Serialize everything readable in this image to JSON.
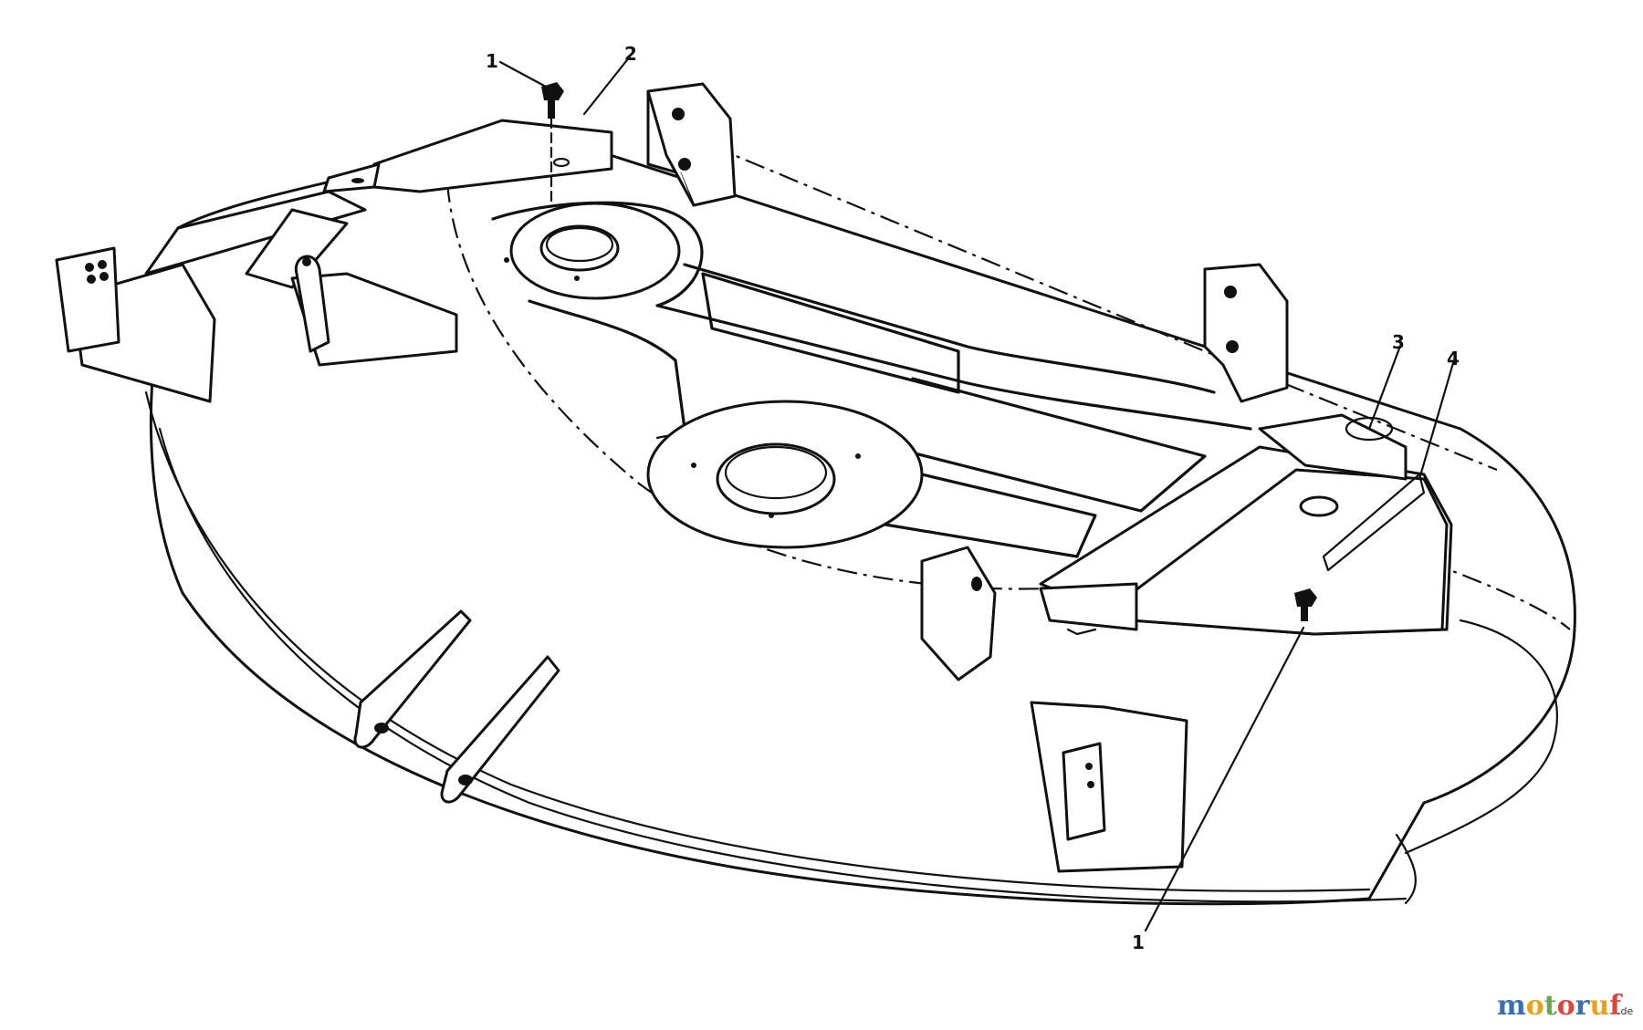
{
  "diagram": {
    "part_callouts": [
      {
        "label": "1"
      },
      {
        "label": "2"
      },
      {
        "label": "3"
      },
      {
        "label": "4"
      },
      {
        "label": "1"
      }
    ]
  },
  "watermark": {
    "letters": [
      "m",
      "o",
      "t",
      "o",
      "r",
      "u",
      "f"
    ],
    "letter_colors": [
      "#3a6fb0",
      "#e8a21a",
      "#6aa84f",
      "#d9463b",
      "#3a6fb0",
      "#e8a21a",
      "#d9463b"
    ],
    "suffix": ".de"
  }
}
